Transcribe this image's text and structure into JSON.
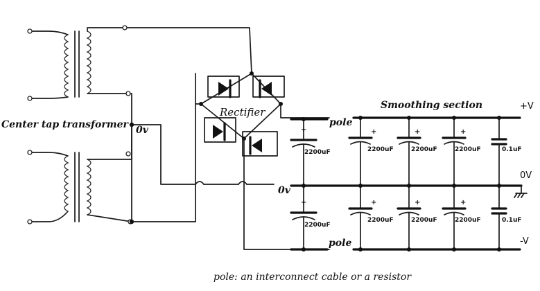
{
  "labels": {
    "transformer": "Center tap transformer",
    "rectifier": "Rectifier",
    "smoothing": "Smoothing section",
    "zero_v_transformer": "0v",
    "zero_v_bus": "0v",
    "pole_top": "pole",
    "pole_bottom": "pole",
    "footnote": "pole: an interconnect cable or a resistor"
  },
  "rails": {
    "positive": "+V",
    "zero": "0V",
    "negative": "-V"
  },
  "capacitors": {
    "reservoir_top": "2200uF",
    "reservoir_bottom": "2200uF",
    "smooth_top": [
      "2200uF",
      "2200uF",
      "2200uF",
      "0.1uF"
    ],
    "smooth_bottom": [
      "2200uF",
      "2200uF",
      "2200uF",
      "0.1uF"
    ]
  }
}
